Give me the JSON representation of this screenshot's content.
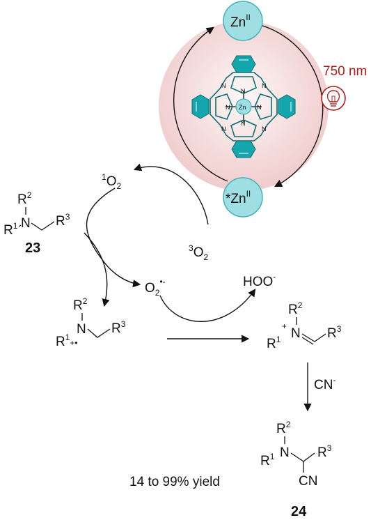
{
  "catalyst": {
    "ground_state": "Zn",
    "ground_state_sup": "II",
    "excited_state_prefix": "*Zn",
    "excited_state_sup": "II",
    "center_atom": "Zn",
    "ring_atom": "N"
  },
  "light": {
    "wavelength": "750 nm",
    "color": "#b01c1c",
    "icon": "lightbulb-icon"
  },
  "oxygen": {
    "singlet_sup": "1",
    "singlet": "O",
    "singlet_sub": "2",
    "triplet_sup": "3",
    "triplet": "O",
    "triplet_sub": "2",
    "superoxide": "O",
    "superoxide_sub": "2",
    "superoxide_charge": "•-",
    "hydroperoxide": "HOO",
    "hydroperoxide_charge": "-"
  },
  "compounds": {
    "start_number": "23",
    "product_number": "24",
    "R": "R",
    "sup1": "1",
    "sup2": "2",
    "sup3": "3",
    "N": "N",
    "plus": "+",
    "radical_cation": "+•",
    "CN": "CN"
  },
  "reagent": {
    "cyanide": "CN",
    "cyanide_charge": "-"
  },
  "yield_text": "14 to 99% yield",
  "colors": {
    "circle_fill": "#f6e3e3",
    "node_fill": "#9fdfe3",
    "node_stroke": "#41b3b9",
    "pc_color": "#13a6ac"
  }
}
